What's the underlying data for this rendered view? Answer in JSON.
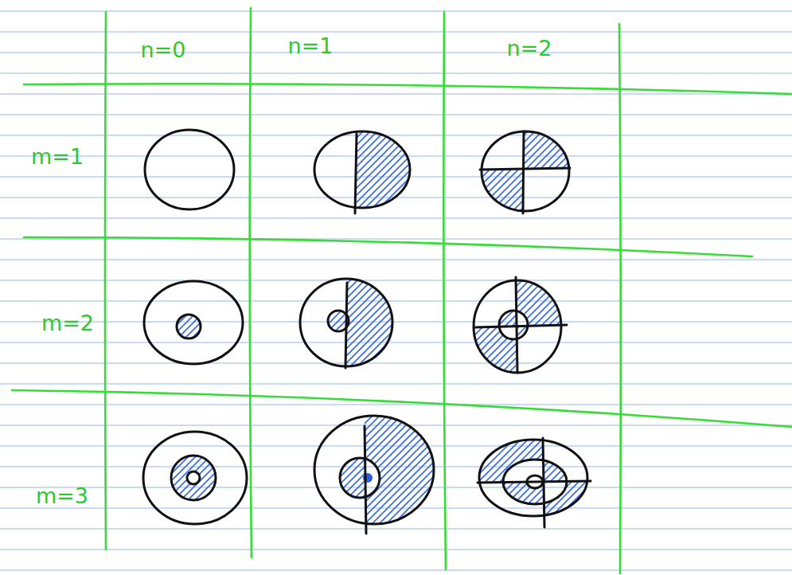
{
  "diagram": {
    "labels": [
      "n=0",
      "n=1",
      "n=2",
      "m=1",
      "m=2",
      "m=3"
    ]
  }
}
